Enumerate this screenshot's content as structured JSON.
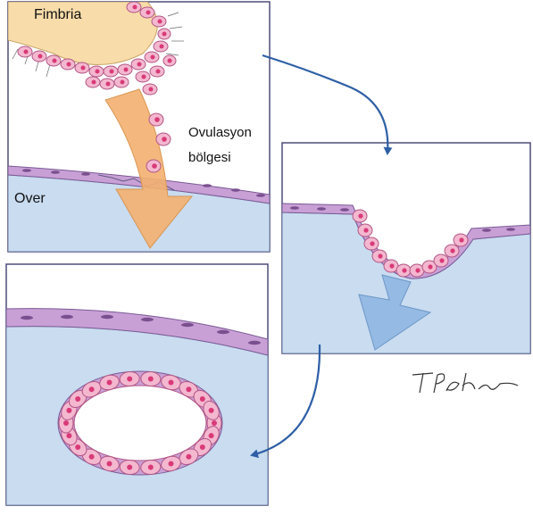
{
  "labels": {
    "fimbria": "Fimbria",
    "ovulation_line1": "Ovulasyon",
    "ovulation_line2": "bölgesi",
    "ovary": "Over"
  },
  "signature": "T. Pinelli (signature)",
  "colors": {
    "ovary_tissue": "#c9dcf0",
    "panel_border": "#4d4d78",
    "epithelium_fill": "#c9a0d6",
    "epithelium_edge": "#7a5a95",
    "cell_fill": "#f3b8cf",
    "cell_nucleus": "#d93a78",
    "fimbria_body": "#f8dca9",
    "ovulation_arrow": "#f3b070",
    "descent_arrow": "#8cb4e0",
    "flow_arrow": "#2e5fa6"
  }
}
